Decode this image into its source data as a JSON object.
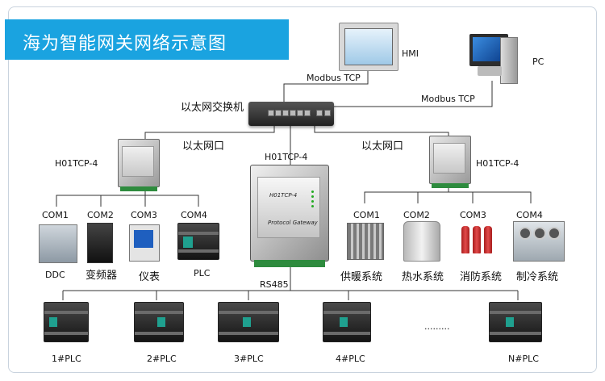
{
  "title": "海为智能网关网络示意图",
  "top_devices": {
    "hmi_label": "HMI",
    "pc_label": "PC",
    "modbus_tcp_hmi": "Modbus TCP",
    "modbus_tcp_pc": "Modbus TCP",
    "switch_label": "以太网交换机"
  },
  "ethernet_labels": {
    "left": "以太网口",
    "right": "以太网口"
  },
  "gateways": {
    "left": "H01TCP-4",
    "center": "H01TCP-4",
    "right": "H01TCP-4",
    "face_model": "H01TCP-4",
    "face_brand": "Protocol Gateway"
  },
  "left_group": {
    "ports": [
      "COM1",
      "COM2",
      "COM3",
      "COM4"
    ],
    "devices": [
      "DDC",
      "变频器",
      "仪表",
      "PLC"
    ]
  },
  "right_group": {
    "ports": [
      "COM1",
      "COM2",
      "COM3",
      "COM4"
    ],
    "devices": [
      "供暖系统",
      "热水系统",
      "消防系统",
      "制冷系统"
    ]
  },
  "bus": {
    "label": "RS485",
    "ellipsis": ".........",
    "plcs": [
      "1#PLC",
      "2#PLC",
      "3#PLC",
      "4#PLC",
      "N#PLC"
    ]
  },
  "colors": {
    "banner": "#1aa3e0",
    "terminal_green": "#2e8b3e",
    "plc_tag": "#1fa08f"
  }
}
